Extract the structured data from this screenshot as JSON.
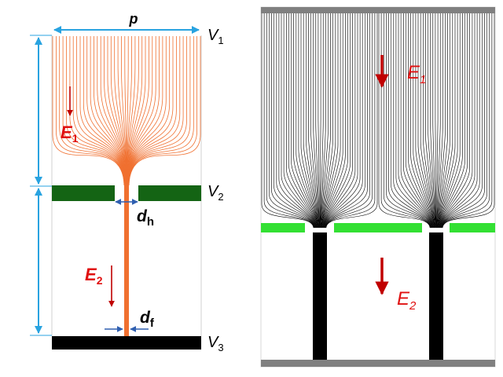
{
  "left_panel": {
    "pitch_label": "p",
    "labels": {
      "v1_main": "V",
      "v1_sub": "1",
      "v2_main": "V",
      "v2_sub": "2",
      "v3_main": "V",
      "v3_sub": "3",
      "e1_main": "E",
      "e1_sub": "1",
      "e2_main": "E",
      "e2_sub": "2",
      "dh_main": "d",
      "dh_sub": "h",
      "df_main": "d",
      "df_sub": "f"
    }
  },
  "right_panel": {
    "labels": {
      "e1_main": "E",
      "e1_sub": "1",
      "e2_main": "E",
      "e2_sub": "2"
    }
  },
  "colors": {
    "dimension": "#29a3e0",
    "field_arrow": "#c00000",
    "field_lines_left": "#f07030",
    "electrode_left": "#146414",
    "detector_left": "#000000",
    "electrode_right": "#33e033",
    "field_lines_right": "#000000",
    "plate_right": "#808080",
    "small_arrow": "#2f5fb0"
  }
}
